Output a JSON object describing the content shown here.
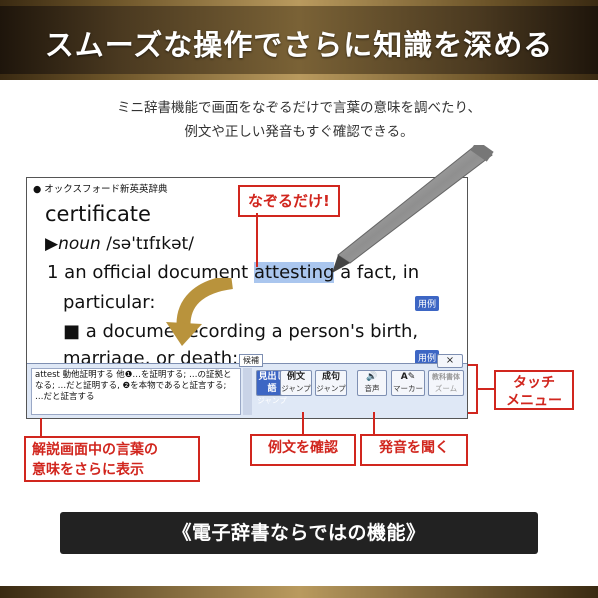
{
  "banner": {
    "title": "スムーズな操作でさらに知識を深める"
  },
  "intro": {
    "line1": "ミニ辞書機能で画面をなぞるだけで言葉の意味を調べたり、",
    "line2": "例文や正しい発音もすぐ確認できる。"
  },
  "screen": {
    "dict_name": "● オックスフォード新英英辞典",
    "headword": "certificate",
    "pos_word": "noun",
    "pronunciation": "/sə'tɪfɪkət/",
    "def1_prefix": "1 an official document ",
    "def1_highlight": "attesting",
    "def1_suffix": " a fact, in",
    "def1_line2": "particular:",
    "def2_line1": "■ a docume   recording a person's birth,",
    "def2_line2": "marriage, or death:",
    "tag_example": "用例"
  },
  "popup": {
    "text": "attest 動他証明する 他❶…を証明する; …の証拠となる; …だと証明する, ❷を本物であると証言する; …だと証言する",
    "side_label": "候補",
    "toolbar": [
      {
        "t1": "見出し語",
        "t2": "ジャンプ"
      },
      {
        "t1": "例文",
        "t2": "ジャンプ"
      },
      {
        "t1": "成句",
        "t2": "ジャンプ"
      },
      {
        "t1": "🔊",
        "t2": "音声"
      },
      {
        "t1": "A✎",
        "t2": "マーカー"
      },
      {
        "t1": "教科書体",
        "t2": "ズーム"
      }
    ],
    "close_label": "×"
  },
  "callouts": {
    "trace_only": "なぞるだけ!",
    "touch_menu_line1": "タッチ",
    "touch_menu_line2": "メニュー",
    "explain_line1": "解説画面中の言葉の",
    "explain_line2": "意味をさらに表示",
    "check_example": "例文を確認",
    "listen_pronunciation": "発音を聞く"
  },
  "bottom": {
    "label": "《電子辞書ならではの機能》"
  },
  "colors": {
    "accent_red": "#d1261e",
    "highlight_blue": "#aac6ee",
    "gold": "#b99a5e"
  }
}
